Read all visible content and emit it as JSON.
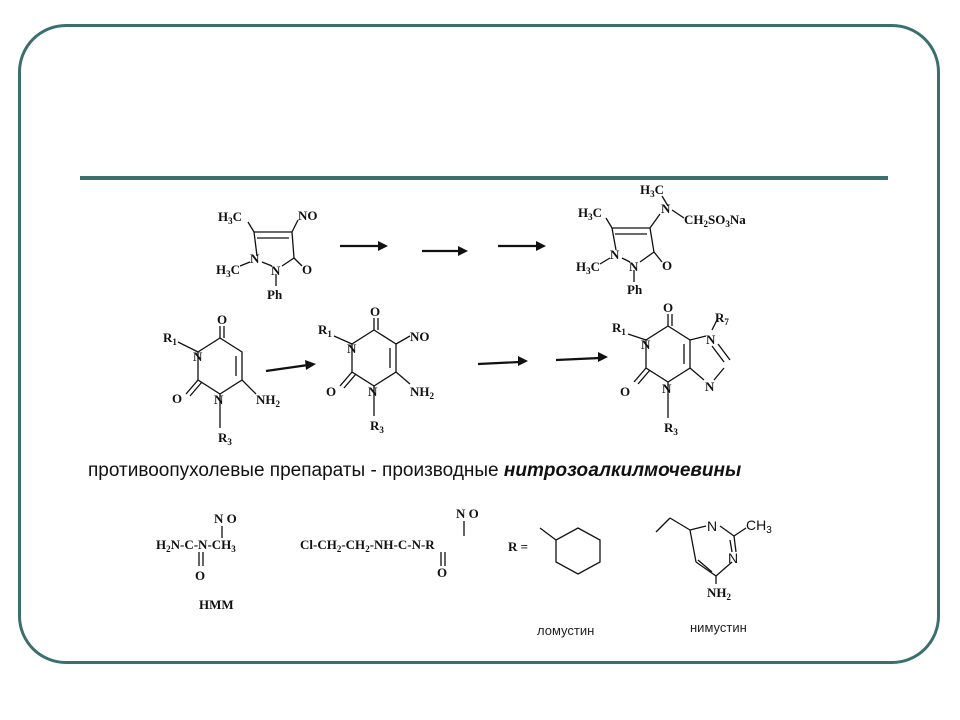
{
  "caption": {
    "prefix": "противоопухолевые препараты -  производные ",
    "highlight": "нитрозоалкилмочевины"
  },
  "structures": {
    "nitroso_antipyrine": {
      "methyl_top": [
        "H",
        "3",
        "C"
      ],
      "nitroso": "NO",
      "ring_n1": "N",
      "ring_n2": "N",
      "methyl_n": [
        "H",
        "3",
        "C"
      ],
      "carbonyl_o": "O",
      "phenyl": "Ph"
    },
    "metamizole": {
      "n_methyl": [
        "H",
        "3",
        "C"
      ],
      "methyl_top": [
        "H",
        "3",
        "C"
      ],
      "amine_n": "N",
      "sulfonate": [
        "CH",
        "2",
        "SO",
        "3",
        "Na"
      ],
      "ring_n1": "N",
      "ring_n2": "N",
      "methyl_n": [
        "H",
        "3",
        "C"
      ],
      "carbonyl_o": "O",
      "phenyl": "Ph"
    },
    "aminouracil": {
      "r1": [
        "R",
        "1"
      ],
      "r3": [
        "R",
        "3"
      ],
      "o_top": "O",
      "o_left": "O",
      "n1": "N",
      "n3": "N",
      "amine": [
        "NH",
        "2"
      ]
    },
    "nitroso_uracil": {
      "r1": [
        "R",
        "1"
      ],
      "r3": [
        "R",
        "3"
      ],
      "o_top": "O",
      "o_left": "O",
      "n1": "N",
      "n3": "N",
      "nitroso": "NO",
      "amine": [
        "NH",
        "2"
      ]
    },
    "xanthine": {
      "r1": [
        "R",
        "1"
      ],
      "r3": [
        "R",
        "3"
      ],
      "r7": [
        "R",
        "7"
      ],
      "o_top": "O",
      "o_left": "O",
      "n1": "N",
      "n3": "N",
      "n7": "N",
      "n9": "N"
    },
    "nmm": {
      "nitroso": "N O",
      "formula": [
        "H",
        "2",
        "N-C-N-CH",
        "3"
      ],
      "carbonyl_o": "O",
      "name": "НММ"
    },
    "general_nitrosourea": {
      "nitroso": "N O",
      "formula": [
        "Cl-CH",
        "2",
        "-CH",
        "2",
        "-NH-C-N-R"
      ],
      "carbonyl_o": "O",
      "r_equals": "R ="
    },
    "lomustine": {
      "name": "ломустин"
    },
    "nimustine": {
      "ring_n1": "N",
      "ring_n2": "N",
      "methyl": [
        "CH",
        "3"
      ],
      "amine": [
        "NH",
        "2"
      ],
      "name": "нимустин"
    }
  }
}
